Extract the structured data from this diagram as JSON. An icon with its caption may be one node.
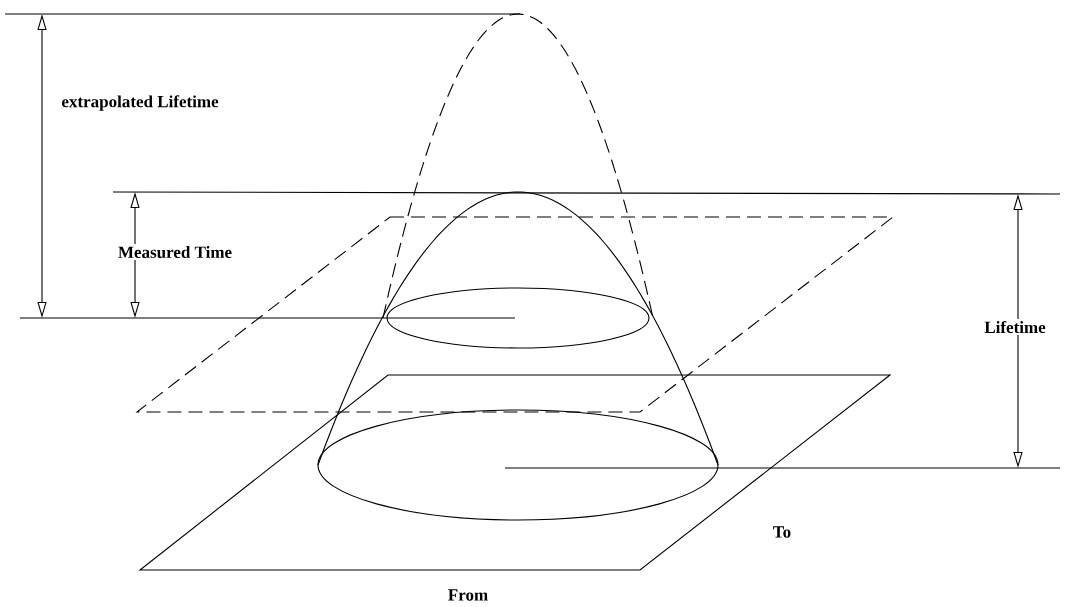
{
  "diagram": {
    "labels": [
      "extrapolated Lifetime",
      "Measured Time",
      "Lifetime",
      "To",
      "From"
    ]
  }
}
